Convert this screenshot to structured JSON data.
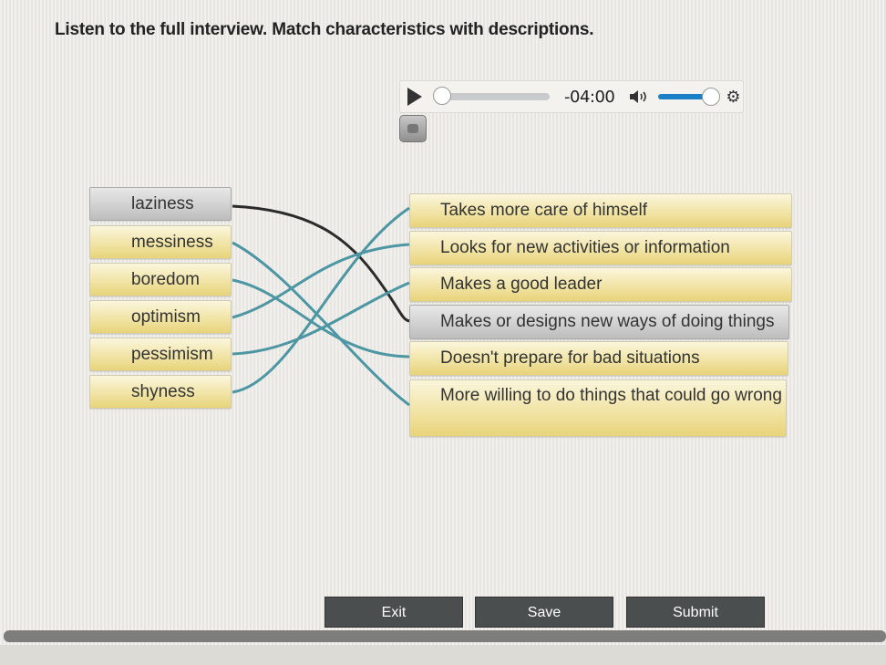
{
  "instructions": "Listen to the full interview. Match characteristics with descriptions.",
  "audio_player": {
    "time_remaining": "-04:00",
    "progress_percent": 0,
    "volume_percent": 100,
    "icons": [
      "play-icon",
      "volume-icon",
      "gear-icon",
      "transcript-icon"
    ]
  },
  "characteristics": [
    {
      "label": "laziness",
      "selected": true
    },
    {
      "label": "messiness",
      "selected": false
    },
    {
      "label": "boredom",
      "selected": false
    },
    {
      "label": "optimism",
      "selected": false
    },
    {
      "label": "pessimism",
      "selected": false
    },
    {
      "label": "shyness",
      "selected": false
    }
  ],
  "descriptions": [
    {
      "label": "Takes more care of himself",
      "selected": false
    },
    {
      "label": "Looks for new activities or information",
      "selected": false
    },
    {
      "label": "Makes a good leader",
      "selected": false
    },
    {
      "label": "Makes or designs new ways of doing things",
      "selected": true
    },
    {
      "label": "Doesn't prepare for bad situations",
      "selected": false
    },
    {
      "label": "More willing to do things that could go wrong",
      "selected": false
    }
  ],
  "connections": [
    {
      "from": "laziness",
      "to": "Makes or designs new ways of doing things",
      "color": "#2b2b2b"
    },
    {
      "from": "messiness",
      "to": "More willing to do things that could go wrong",
      "color": "#4d96a3"
    },
    {
      "from": "boredom",
      "to": "Doesn't prepare for bad situations",
      "color": "#4d96a3"
    },
    {
      "from": "optimism",
      "to": "Looks for new activities or information",
      "color": "#4d96a3"
    },
    {
      "from": "pessimism",
      "to": "Makes a good leader",
      "color": "#4d96a3"
    },
    {
      "from": "shyness",
      "to": "Takes more care of himself",
      "color": "#4d96a3"
    }
  ],
  "buttons": {
    "exit": "Exit",
    "save": "Save",
    "submit": "Submit"
  }
}
